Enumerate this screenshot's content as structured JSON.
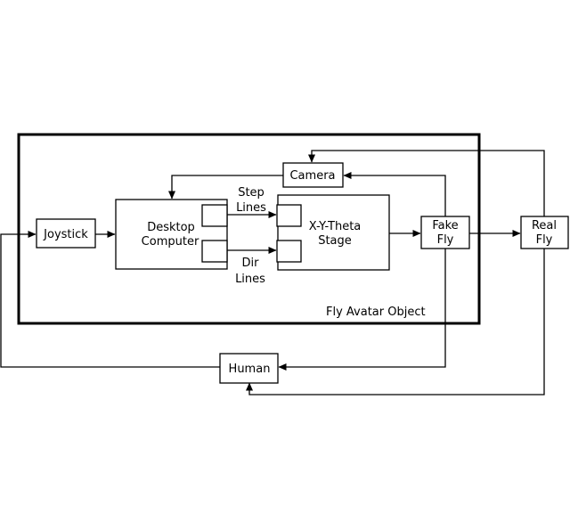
{
  "diagram": {
    "container_label": "Fly Avatar Object",
    "blocks": {
      "joystick": "Joystick",
      "desktop_computer": [
        "Desktop",
        "Computer"
      ],
      "stage": [
        "X-Y-Theta",
        "Stage"
      ],
      "camera": "Camera",
      "fake_fly": [
        "Fake",
        "Fly"
      ],
      "real_fly": [
        "Real",
        "Fly"
      ],
      "human": "Human"
    },
    "connection_labels": {
      "step_lines": [
        "Step",
        "Lines"
      ],
      "dir_lines": [
        "Dir",
        "Lines"
      ]
    }
  }
}
